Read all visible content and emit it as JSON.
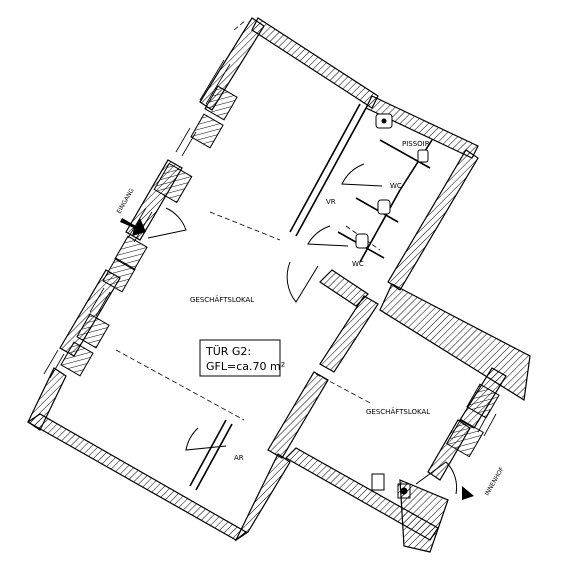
{
  "plan": {
    "rooms": {
      "main_shop": "GESCHÄFTSLOKAL",
      "second_shop": "GESCHÄFTSLOKAL",
      "vr": "VR",
      "wc_upper": "WC",
      "wc_lower": "WC",
      "pissoir": "PISSOIR",
      "ar": "AR"
    },
    "entrances": {
      "main": "EINGANG",
      "courtyard": "INNENHOF"
    },
    "info_box": {
      "line1": "TÜR G2:",
      "line2": "GFL=ca.70 m²"
    },
    "colors": {
      "wall_hatch": "#000000",
      "background": "#ffffff"
    }
  }
}
